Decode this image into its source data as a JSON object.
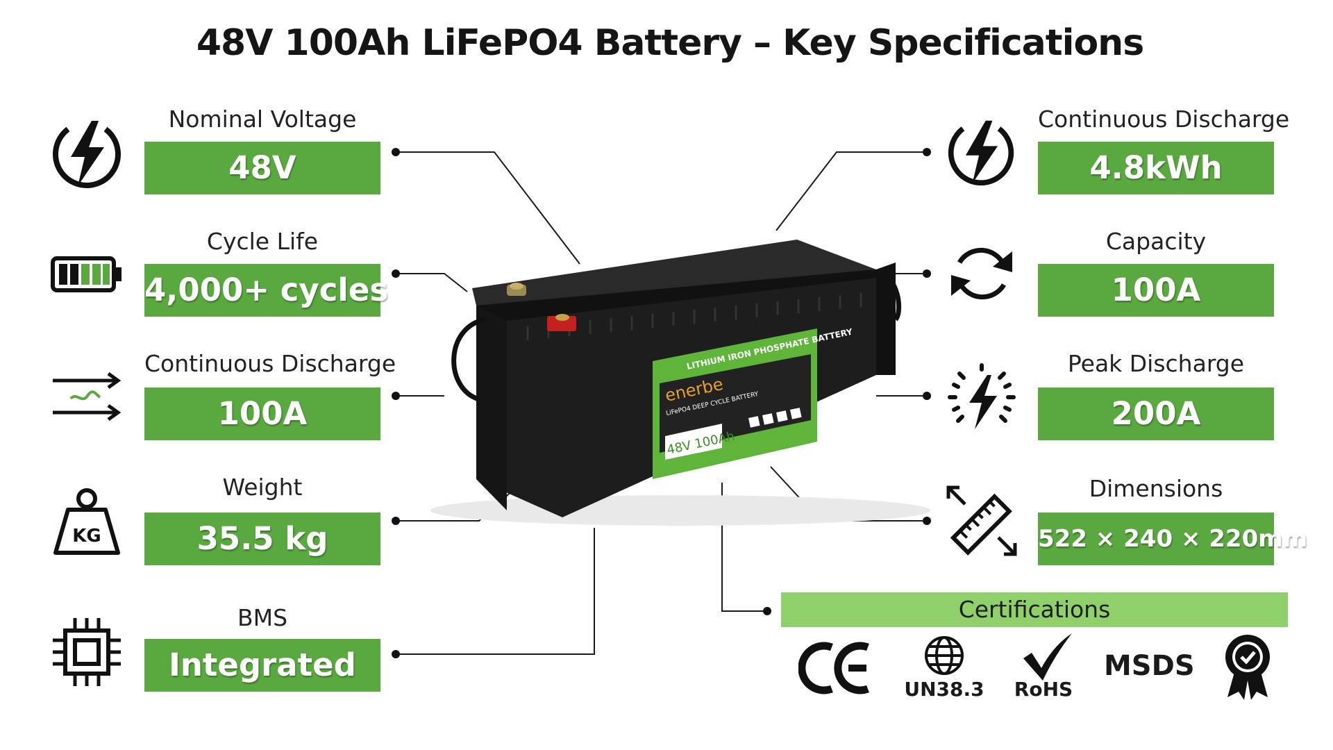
{
  "title": "48V 100Ah LiFePO4 Battery – Key Specifications",
  "accent_color": "#5aa940",
  "cert_bar_color": "#8fd06a",
  "left_specs": [
    {
      "label": "Nominal Voltage",
      "value": "48V",
      "icon": "lightning-bolt-icon"
    },
    {
      "label": "Cycle Life",
      "value": "4,000+ cycles",
      "icon": "battery-full-icon"
    },
    {
      "label": "Continuous Discharge",
      "value": "100A",
      "icon": "current-flow-arrows-icon"
    },
    {
      "label": "Weight",
      "value": "35.5 kg",
      "icon": "kg-weight-icon"
    },
    {
      "label": "BMS",
      "value": "Integrated",
      "icon": "chip-icon"
    }
  ],
  "right_specs": [
    {
      "label": "Continuous Discharge",
      "value": "4.8kWh",
      "icon": "lightning-bolt-icon"
    },
    {
      "label": "Capacity",
      "value": "100A",
      "icon": "refresh-cycle-icon"
    },
    {
      "label": "Peak Discharge",
      "value": "200A",
      "icon": "lightning-burst-icon"
    },
    {
      "label": "Dimensions",
      "value": "522 × 240 × 220mm",
      "icon": "ruler-measure-icon"
    }
  ],
  "certifications": {
    "label": "Certifications",
    "items": [
      {
        "name": "CE",
        "icon": "ce-mark-icon"
      },
      {
        "name": "UN38.3",
        "icon": "globe-icon"
      },
      {
        "name": "RoHS",
        "icon": "checkmark-icon"
      },
      {
        "name": "MSDS",
        "icon": "msds-text"
      },
      {
        "name": "certified-badge",
        "icon": "award-badge-icon"
      }
    ]
  },
  "battery": {
    "brand": "enerbe",
    "band_text": "LITHIUM IRON PHOSPHATE BATTERY",
    "model_text": "48V 100Ah",
    "subtitle": "LiFePO4 DEEP CYCLE BATTERY",
    "body_color": "#1f1f1f",
    "label_color": "#5fb43a"
  }
}
